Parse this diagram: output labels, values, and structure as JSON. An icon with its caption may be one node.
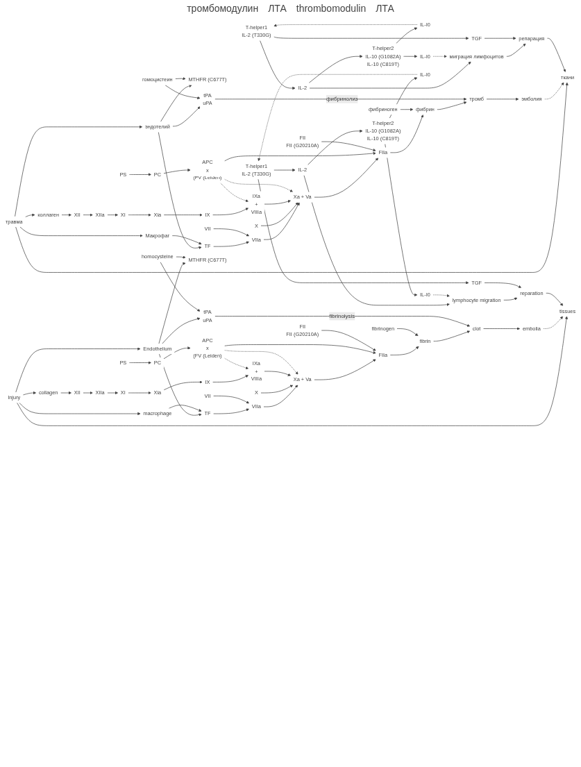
{
  "diagram": {
    "nodes": [
      {
        "text": [
          "травма"
        ]
      },
      {
        "text": [
          "ткани"
        ]
      },
      {
        "text": [
          "Макрофаг"
        ]
      },
      {
        "text": [
          "эндотелий"
        ]
      },
      {
        "text": [
          "MTHFR (C677T)"
        ]
      },
      {
        "text": [
          "гомоцистеин"
        ]
      },
      {
        "text": [
          "tPA",
          "uPA"
        ]
      },
      {
        "text": [
          "TF"
        ]
      },
      {
        "text": [
          "коллаген"
        ]
      },
      {
        "text": [
          "VII"
        ]
      },
      {
        "text": [
          "VIIa"
        ]
      },
      {
        "text": [
          "XII"
        ]
      },
      {
        "text": [
          "XIIa"
        ]
      },
      {
        "text": [
          "XI"
        ]
      },
      {
        "text": [
          "Xia"
        ]
      },
      {
        "text": [
          "PS"
        ]
      },
      {
        "text": [
          "IX"
        ]
      },
      {
        "text": [
          "IXa",
          "+",
          "VIIIa"
        ]
      },
      {
        "text": [
          "PC"
        ]
      },
      {
        "text": [
          "репарация"
        ]
      },
      {
        "text": [
          "миграция лимфоцитов"
        ]
      },
      {
        "text": [
          "TGF"
        ]
      },
      {
        "text": [
          "T-helper1",
          "IL-2 (T330G)"
        ]
      },
      {
        "text": [
          "IL-2"
        ]
      },
      {
        "text": [
          "X"
        ]
      },
      {
        "text": [
          "Xa + Va"
        ]
      },
      {
        "text": [
          "APC",
          "x",
          "(FV (Leiden)"
        ]
      },
      {
        "text": [
          "IL-I0"
        ]
      },
      {
        "text": [
          "T-helper2",
          "IL-10 (G1082A)",
          "IL-10 (C819T)"
        ]
      },
      {
        "text": [
          "FII",
          "FII (G20210A)"
        ]
      },
      {
        "text": [
          "FIIa"
        ]
      },
      {
        "text": [
          "фибриноген"
        ]
      },
      {
        "text": [
          "фибрин"
        ]
      },
      {
        "text": [
          "тромб"
        ]
      },
      {
        "text": [
          "IL-I0"
        ]
      },
      {
        "text": [
          "эмболия"
        ]
      },
      {
        "text": [
          "Injury"
        ]
      },
      {
        "text": [
          "tissues"
        ]
      },
      {
        "text": [
          "macrophage"
        ]
      },
      {
        "text": [
          "Endothelium"
        ]
      },
      {
        "text": [
          "MTHFR (C677T)"
        ]
      },
      {
        "text": [
          "homocysteine"
        ]
      },
      {
        "text": [
          "tPA",
          "uPA"
        ]
      },
      {
        "text": [
          "TF"
        ]
      },
      {
        "text": [
          "collagen"
        ]
      },
      {
        "text": [
          "VII"
        ]
      },
      {
        "text": [
          "VIIa"
        ]
      },
      {
        "text": [
          "XII"
        ]
      },
      {
        "text": [
          "XIIa"
        ]
      },
      {
        "text": [
          "XI"
        ]
      },
      {
        "text": [
          "Xia"
        ]
      },
      {
        "text": [
          "PS"
        ]
      },
      {
        "text": [
          "IX"
        ]
      },
      {
        "text": [
          "IXa",
          "+",
          "VIIIa"
        ]
      },
      {
        "text": [
          "PC"
        ]
      },
      {
        "text": [
          "reparation"
        ]
      },
      {
        "text": [
          "lymphocyte migration"
        ]
      },
      {
        "text": [
          "TGF"
        ]
      },
      {
        "text": [
          "T-helper1",
          "IL-2 (T330G)"
        ]
      },
      {
        "text": [
          "IL-2"
        ]
      },
      {
        "text": [
          "X"
        ]
      },
      {
        "text": [
          "Xa + Va"
        ]
      },
      {
        "text": [
          "APC",
          "x",
          "(FV (Leiden)"
        ]
      },
      {
        "text": [
          "IL-I0"
        ]
      },
      {
        "text": [
          "T-helper2",
          "IL-10 (G1082A)",
          "IL-10 (C819T)"
        ]
      },
      {
        "text": [
          "FII",
          "FII (G20210A)"
        ]
      },
      {
        "text": [
          "FIIa"
        ]
      },
      {
        "text": [
          "fibrinogen"
        ]
      },
      {
        "text": [
          "fibrin"
        ]
      },
      {
        "text": [
          "clot"
        ]
      },
      {
        "text": [
          "IL-I0"
        ]
      },
      {
        "text": [
          "embolia"
        ]
      }
    ],
    "edges": [
      {
        "from": 0,
        "to": 1,
        "arrow": "to"
      },
      {
        "from": 0,
        "to": 2,
        "arrow": "to"
      },
      {
        "from": 0,
        "to": 3,
        "arrow": "to"
      },
      {
        "from": 0,
        "to": 8,
        "arrow": "to"
      },
      {
        "from": 3,
        "to": 4,
        "arrow": "to"
      },
      {
        "from": 3,
        "to": 6,
        "arrow": "to"
      },
      {
        "from": 3,
        "to": 7,
        "arrow": "to"
      },
      {
        "from": 2,
        "to": 7,
        "arrow": "to"
      },
      {
        "from": 5,
        "to": 4,
        "arrow": "to"
      },
      {
        "from": 5,
        "to": 6,
        "arrow": "to"
      },
      {
        "from": 7,
        "to": 10,
        "arrow": "to"
      },
      {
        "from": 9,
        "to": 10,
        "arrow": "to"
      },
      {
        "from": 8,
        "to": 11,
        "arrow": "to"
      },
      {
        "from": 11,
        "to": 12,
        "arrow": "to"
      },
      {
        "from": 12,
        "to": 13,
        "arrow": "to"
      },
      {
        "from": 13,
        "to": 14,
        "arrow": "to"
      },
      {
        "from": 14,
        "to": 16,
        "arrow": "to"
      },
      {
        "from": 16,
        "to": 17,
        "arrow": "to"
      },
      {
        "from": 10,
        "to": 25,
        "arrow": "to"
      },
      {
        "from": 24,
        "to": 25,
        "arrow": "to"
      },
      {
        "from": 17,
        "to": 25,
        "arrow": "to"
      },
      {
        "from": 15,
        "to": 18,
        "arrow": "to"
      },
      {
        "from": 18,
        "to": 26,
        "arrow": "to"
      },
      {
        "from": 26,
        "to": 17,
        "arrow": "to",
        "style": "dashed"
      },
      {
        "from": 26,
        "to": 25,
        "arrow": "to",
        "style": "dashed"
      },
      {
        "from": 25,
        "to": 30,
        "arrow": "to"
      },
      {
        "from": 26,
        "to": 30,
        "arrow": "to"
      },
      {
        "from": 29,
        "to": 30,
        "arrow": "to"
      },
      {
        "from": 30,
        "to": 32,
        "arrow": "to"
      },
      {
        "from": 31,
        "to": 32,
        "arrow": "to"
      },
      {
        "from": 32,
        "to": 33,
        "arrow": "to"
      },
      {
        "from": 6,
        "to": 33,
        "arrow": "to",
        "label": "фибринолиз"
      },
      {
        "from": 33,
        "to": 35,
        "arrow": "to"
      },
      {
        "from": 35,
        "to": 1,
        "arrow": "to",
        "style": "dashed"
      },
      {
        "from": 19,
        "to": 1,
        "arrow": "to"
      },
      {
        "from": 20,
        "to": 19,
        "arrow": "to"
      },
      {
        "from": 21,
        "to": 19,
        "arrow": "to"
      },
      {
        "from": 22,
        "to": 21,
        "arrow": "to"
      },
      {
        "from": 23,
        "to": 20,
        "arrow": "to"
      },
      {
        "from": 22,
        "to": 23,
        "arrow": "to"
      },
      {
        "from": 23,
        "to": 28,
        "arrow": "to"
      },
      {
        "from": 28,
        "to": 27,
        "arrow": "to"
      },
      {
        "from": 27,
        "to": 22,
        "arrow": "to",
        "style": "dashed"
      },
      {
        "from": 28,
        "to": 34,
        "arrow": "to"
      },
      {
        "from": 34,
        "to": 20,
        "arrow": "to",
        "style": "dashed"
      },
      {
        "from": 36,
        "to": 37,
        "arrow": "to"
      },
      {
        "from": 36,
        "to": 38,
        "arrow": "to"
      },
      {
        "from": 36,
        "to": 39,
        "arrow": "to"
      },
      {
        "from": 36,
        "to": 44,
        "arrow": "to"
      },
      {
        "from": 39,
        "to": 40,
        "arrow": "to"
      },
      {
        "from": 39,
        "to": 42,
        "arrow": "to"
      },
      {
        "from": 39,
        "to": 43,
        "arrow": "to"
      },
      {
        "from": 38,
        "to": 43,
        "arrow": "to"
      },
      {
        "from": 41,
        "to": 40,
        "arrow": "to"
      },
      {
        "from": 41,
        "to": 42,
        "arrow": "to"
      },
      {
        "from": 43,
        "to": 46,
        "arrow": "to"
      },
      {
        "from": 45,
        "to": 46,
        "arrow": "to"
      },
      {
        "from": 44,
        "to": 47,
        "arrow": "to"
      },
      {
        "from": 47,
        "to": 48,
        "arrow": "to"
      },
      {
        "from": 48,
        "to": 49,
        "arrow": "to"
      },
      {
        "from": 49,
        "to": 50,
        "arrow": "to"
      },
      {
        "from": 50,
        "to": 52,
        "arrow": "to"
      },
      {
        "from": 52,
        "to": 53,
        "arrow": "to"
      },
      {
        "from": 46,
        "to": 61,
        "arrow": "to"
      },
      {
        "from": 60,
        "to": 61,
        "arrow": "to"
      },
      {
        "from": 53,
        "to": 61,
        "arrow": "to"
      },
      {
        "from": 51,
        "to": 54,
        "arrow": "to"
      },
      {
        "from": 54,
        "to": 62,
        "arrow": "to"
      },
      {
        "from": 62,
        "to": 53,
        "arrow": "to",
        "style": "dashed"
      },
      {
        "from": 62,
        "to": 61,
        "arrow": "to",
        "style": "dashed"
      },
      {
        "from": 61,
        "to": 66,
        "arrow": "to"
      },
      {
        "from": 62,
        "to": 66,
        "arrow": "to"
      },
      {
        "from": 65,
        "to": 66,
        "arrow": "to"
      },
      {
        "from": 66,
        "to": 68,
        "arrow": "to"
      },
      {
        "from": 67,
        "to": 68,
        "arrow": "to"
      },
      {
        "from": 68,
        "to": 69,
        "arrow": "to"
      },
      {
        "from": 42,
        "to": 69,
        "arrow": "to",
        "label": "fibrinolysis"
      },
      {
        "from": 69,
        "to": 71,
        "arrow": "to"
      },
      {
        "from": 71,
        "to": 37,
        "arrow": "to",
        "style": "dashed"
      },
      {
        "from": 55,
        "to": 37,
        "arrow": "to"
      },
      {
        "from": 56,
        "to": 55,
        "arrow": "to"
      },
      {
        "from": 57,
        "to": 55,
        "arrow": "to"
      },
      {
        "from": 58,
        "to": 57,
        "arrow": "to"
      },
      {
        "from": 59,
        "to": 56,
        "arrow": "to"
      },
      {
        "from": 58,
        "to": 59,
        "arrow": "to"
      },
      {
        "from": 59,
        "to": 64,
        "arrow": "to"
      },
      {
        "from": 64,
        "to": 63,
        "arrow": "to"
      },
      {
        "from": 63,
        "to": 58,
        "arrow": "to",
        "style": "dashed"
      },
      {
        "from": 64,
        "to": 70,
        "arrow": "to"
      },
      {
        "from": 70,
        "to": 56,
        "arrow": "to",
        "style": "dashed"
      }
    ],
    "labels": [
      "тромбомодулин",
      "ЛТА",
      "thrombomodulin",
      "ЛТА"
    ]
  }
}
